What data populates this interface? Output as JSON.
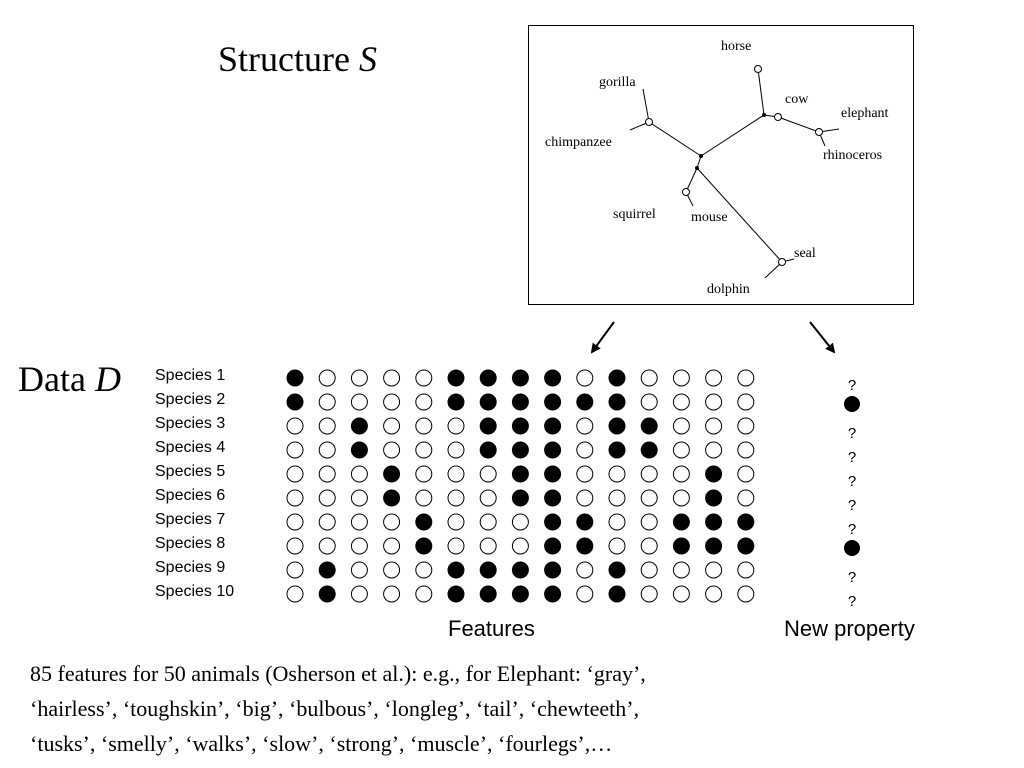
{
  "structure_title": {
    "text": "Structure ",
    "symbol": "S"
  },
  "data_title": {
    "text": "Data ",
    "symbol": "D"
  },
  "tree": {
    "labels": [
      "horse",
      "cow",
      "elephant",
      "rhinoceros",
      "gorilla",
      "chimpanzee",
      "squirrel",
      "mouse",
      "seal",
      "dolphin"
    ]
  },
  "species": [
    "Species 1",
    "Species 2",
    "Species 3",
    "Species 4",
    "Species 5",
    "Species 6",
    "Species 7",
    "Species 8",
    "Species 9",
    "Species 10"
  ],
  "feature_matrix": [
    [
      1,
      0,
      0,
      0,
      0,
      1,
      1,
      1,
      1,
      0,
      1,
      0,
      0,
      0,
      0
    ],
    [
      1,
      0,
      0,
      0,
      0,
      1,
      1,
      1,
      1,
      1,
      1,
      0,
      0,
      0,
      0
    ],
    [
      0,
      0,
      1,
      0,
      0,
      0,
      1,
      1,
      1,
      0,
      1,
      1,
      0,
      0,
      0
    ],
    [
      0,
      0,
      1,
      0,
      0,
      0,
      1,
      1,
      1,
      0,
      1,
      1,
      0,
      0,
      0
    ],
    [
      0,
      0,
      0,
      1,
      0,
      0,
      0,
      1,
      1,
      0,
      0,
      0,
      0,
      1,
      0
    ],
    [
      0,
      0,
      0,
      1,
      0,
      0,
      0,
      1,
      1,
      0,
      0,
      0,
      0,
      1,
      0
    ],
    [
      0,
      0,
      0,
      0,
      1,
      0,
      0,
      0,
      1,
      1,
      0,
      0,
      1,
      1,
      1
    ],
    [
      0,
      0,
      0,
      0,
      1,
      0,
      0,
      0,
      1,
      1,
      0,
      0,
      1,
      1,
      1
    ],
    [
      0,
      1,
      0,
      0,
      0,
      1,
      1,
      1,
      1,
      0,
      1,
      0,
      0,
      0,
      0
    ],
    [
      0,
      1,
      0,
      0,
      0,
      1,
      1,
      1,
      1,
      0,
      1,
      0,
      0,
      0,
      0
    ]
  ],
  "new_property": [
    "?",
    "filled",
    "?",
    "?",
    "?",
    "?",
    "?",
    "filled",
    "?",
    "?"
  ],
  "features_label": "Features",
  "new_property_label": "New property",
  "caption": {
    "line1": "85 features for 50 animals (Osherson et al.): e.g., for Elephant:  ‘gray’,",
    "line2": "‘hairless’,  ‘toughskin’, ‘big’, ‘bulbous’, ‘longleg’, ‘tail’,  ‘chewteeth’,",
    "line3": "‘tusks’, ‘smelly’, ‘walks’, ‘slow’, ‘strong’, ‘muscle’, ‘fourlegs’,…"
  }
}
